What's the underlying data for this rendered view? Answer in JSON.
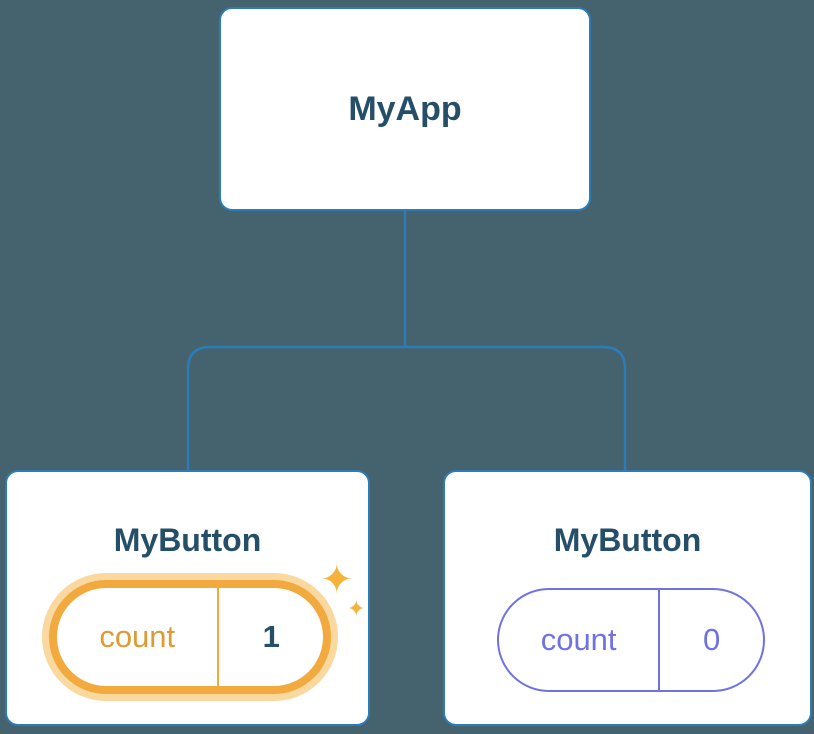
{
  "colors": {
    "background": "#45626F",
    "connector_line": "#2E7CB6",
    "card_background": "#FFFFFF",
    "card_border": "#2E7CB6",
    "title_text": "#254E69",
    "highlight_orange": "#F2A93E",
    "highlight_glow": "#F9D99F",
    "highlight_key_text": "#DE9A33",
    "state_purple": "#6F72E3",
    "sparkle": "#F6B33C"
  },
  "tree": {
    "root": {
      "label": "MyApp"
    },
    "children": [
      {
        "label": "MyButton",
        "state": {
          "key": "count",
          "value": "1"
        },
        "highlighted": true
      },
      {
        "label": "MyButton",
        "state": {
          "key": "count",
          "value": "0"
        },
        "highlighted": false
      }
    ]
  },
  "icons": {
    "sparkle_large": "✦",
    "sparkle_small": "✦"
  }
}
